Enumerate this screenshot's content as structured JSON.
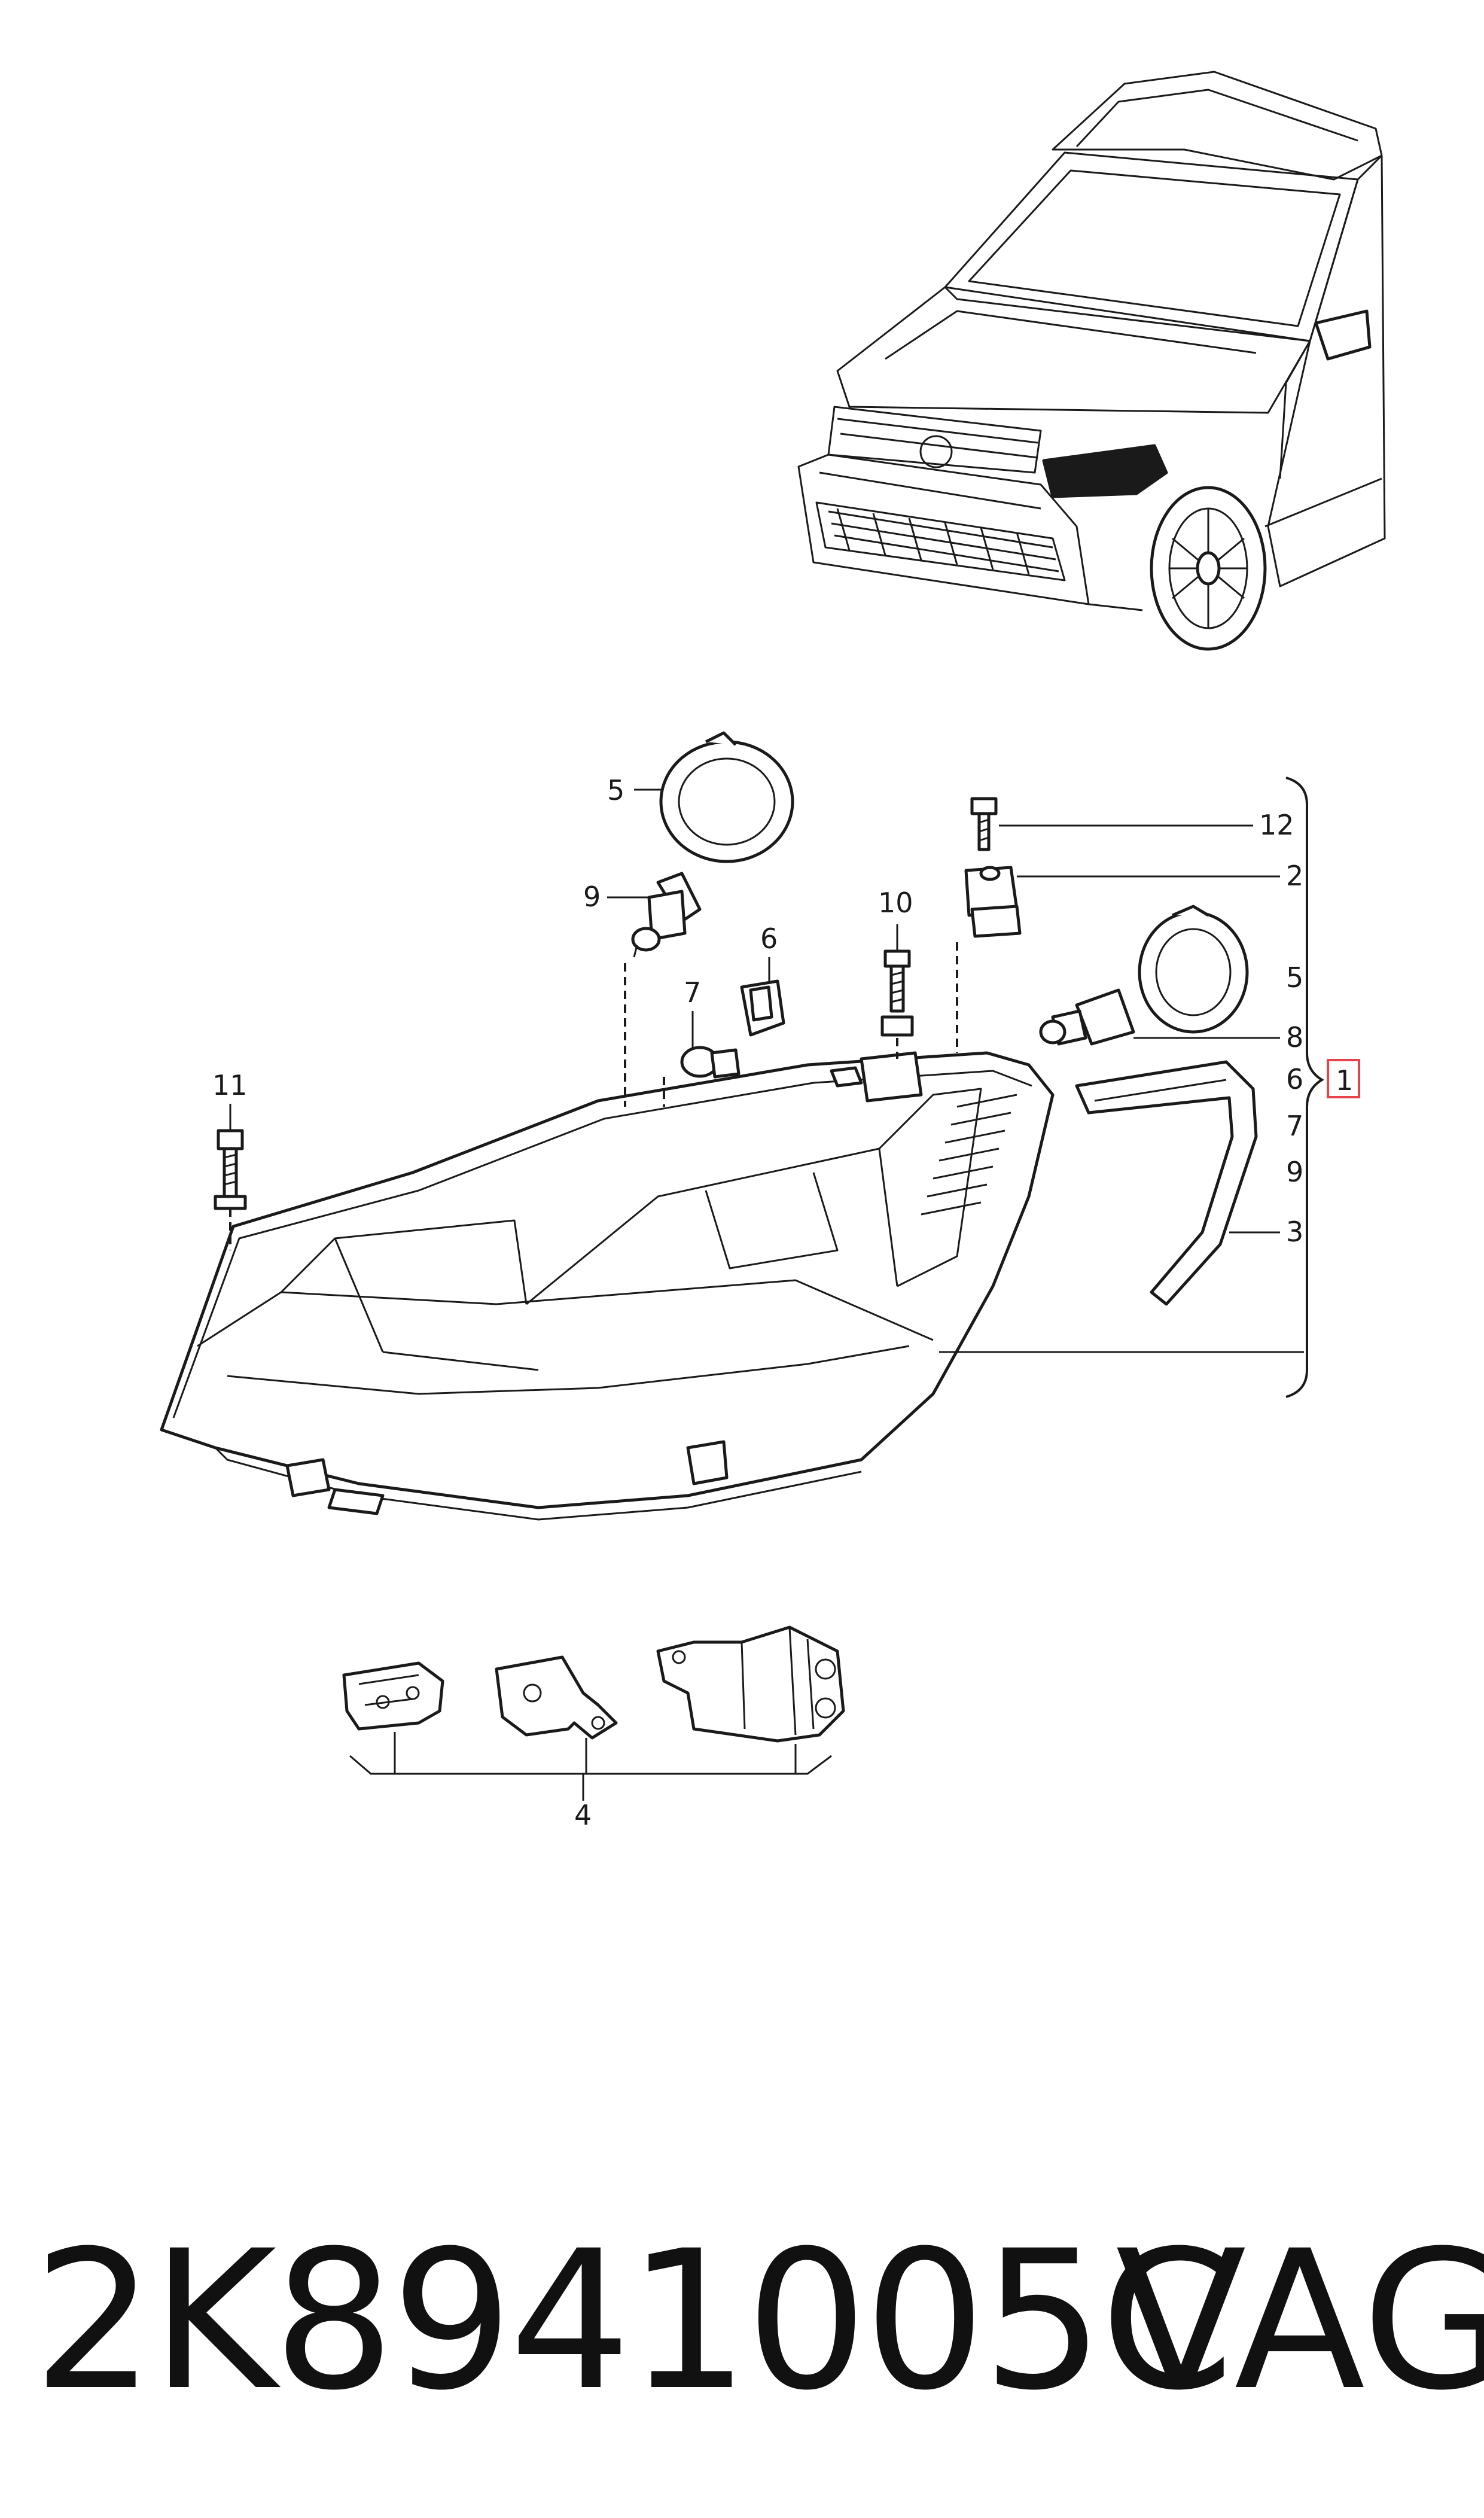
{
  "callouts": {
    "c1": "1",
    "c2": "2",
    "c3": "3",
    "c4": "4",
    "c5a": "5",
    "c5b": "5",
    "c6a": "6",
    "c6b": "6",
    "c7a": "7",
    "c7b": "7",
    "c8": "8",
    "c9a": "9",
    "c9b": "9",
    "c10": "10",
    "c11": "11",
    "c12": "12"
  },
  "footer": {
    "part_number": "2K8941005C",
    "brand": "VAG"
  },
  "colors": {
    "line": "#1a1a1a",
    "highlight_box": "#e8424b"
  }
}
